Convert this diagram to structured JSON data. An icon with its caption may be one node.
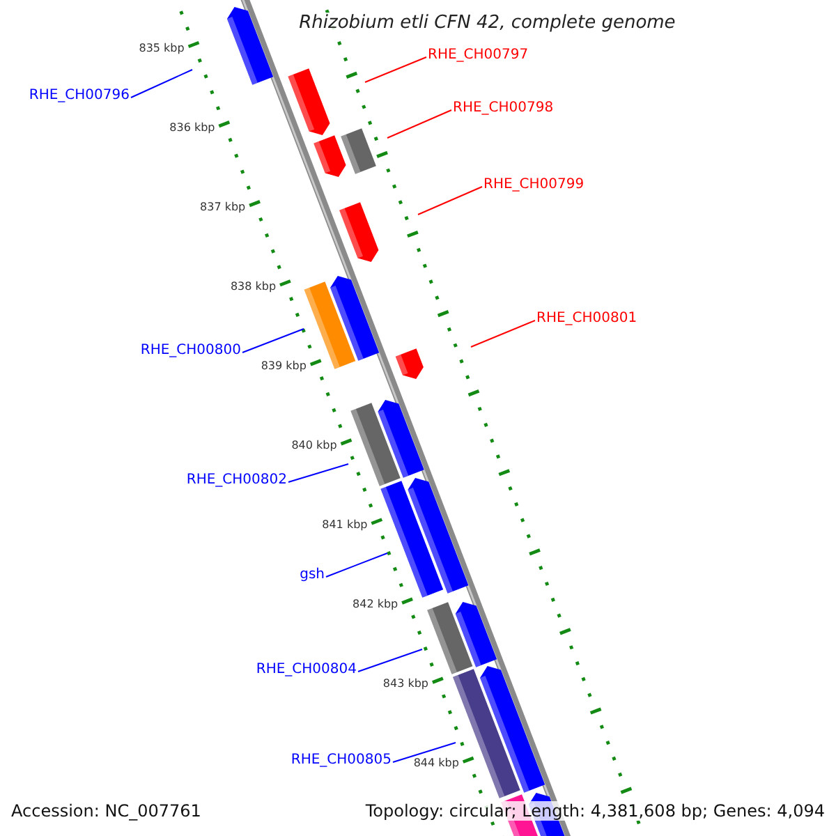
{
  "diagram": {
    "title": "Rhizobium etli CFN 42, complete genome",
    "nodes": [
      {
        "text": [
          "RHE_CH00797"
        ]
      },
      {
        "text": [
          "RHE_CH00796"
        ]
      },
      {
        "text": [
          "RHE_CH00798"
        ]
      },
      {
        "text": [
          "RHE_CH00799"
        ]
      },
      {
        "text": [
          "RHE_CH00801"
        ]
      },
      {
        "text": [
          "RHE_CH00800"
        ]
      },
      {
        "text": [
          "RHE_CH00802"
        ]
      },
      {
        "text": [
          "gsh"
        ]
      },
      {
        "text": [
          "RHE_CH00804"
        ]
      },
      {
        "text": [
          "RHE_CH00805"
        ]
      }
    ],
    "edges": [
      {
        "from": 0,
        "to": null,
        "arrow": "none",
        "color": "#ff0000"
      },
      {
        "from": 1,
        "to": null,
        "arrow": "none"
      },
      {
        "from": 2,
        "to": null,
        "arrow": "none",
        "color": "#ff0000"
      },
      {
        "from": 3,
        "to": null,
        "arrow": "none",
        "color": "#ff0000"
      },
      {
        "from": 4,
        "to": null,
        "arrow": "none",
        "color": "#ff0000"
      },
      {
        "from": 5,
        "to": null,
        "arrow": "none"
      },
      {
        "from": 6,
        "to": null,
        "arrow": "none"
      },
      {
        "from": 7,
        "to": null,
        "arrow": "none"
      },
      {
        "from": 8,
        "to": null,
        "arrow": "none"
      },
      {
        "from": 9,
        "to": null,
        "arrow": "none"
      }
    ],
    "labels": [
      "835 kbp",
      "836 kbp",
      "837 kbp",
      "838 kbp",
      "839 kbp",
      "840 kbp",
      "841 kbp",
      "842 kbp",
      "843 kbp",
      "844 kbp",
      "Accession: NC_007761",
      "Topology: circular; Length: 4,381,608 bp; Genes: 4,094"
    ]
  }
}
